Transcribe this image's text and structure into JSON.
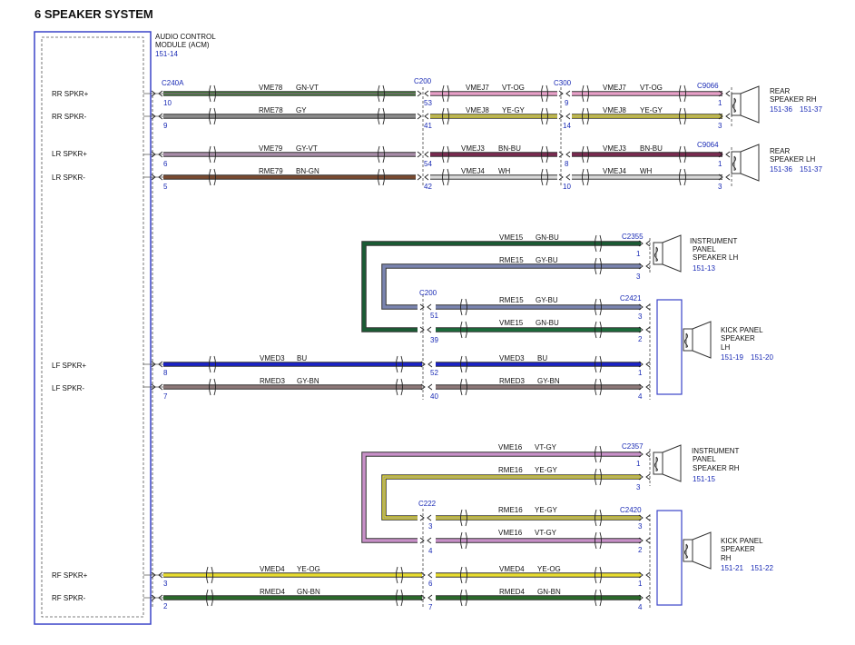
{
  "title": "6 SPEAKER SYSTEM",
  "module": {
    "name_lines": [
      "AUDIO CONTROL",
      "MODULE (ACM)"
    ],
    "ref": "151-14",
    "connector": "C240A"
  },
  "terminals": [
    {
      "id": "rr_pos",
      "label": "RR SPKR+",
      "pin": "10"
    },
    {
      "id": "rr_neg",
      "label": "RR SPKR-",
      "pin": "9"
    },
    {
      "id": "lr_pos",
      "label": "LR SPKR+",
      "pin": "6"
    },
    {
      "id": "lr_neg",
      "label": "LR SPKR-",
      "pin": "5"
    },
    {
      "id": "lf_pos",
      "label": "LF SPKR+",
      "pin": "8"
    },
    {
      "id": "lf_neg",
      "label": "LF SPKR-",
      "pin": "7"
    },
    {
      "id": "rf_pos",
      "label": "RF SPKR+",
      "pin": "3"
    },
    {
      "id": "rf_neg",
      "label": "RF SPKR-",
      "pin": "2"
    }
  ],
  "connectors": {
    "c200_top": "C200",
    "c300": "C300",
    "c9066": "C9066",
    "c9064": "C9064",
    "c2355": "C2355",
    "c200_mid": "C200",
    "c2421": "C2421",
    "c2357": "C2357",
    "c222": "C222",
    "c2420": "C2420"
  },
  "speakers": {
    "rear_rh": {
      "lines": [
        "REAR",
        "SPEAKER RH"
      ],
      "refs": [
        "151-36",
        "151-37"
      ]
    },
    "rear_lh": {
      "lines": [
        "REAR",
        "SPEAKER LH"
      ],
      "refs": [
        "151-36",
        "151-37"
      ]
    },
    "ip_lh": {
      "lines": [
        "INSTRUMENT",
        "PANEL",
        "SPEAKER LH"
      ],
      "refs": [
        "151-13"
      ]
    },
    "kick_lh": {
      "lines": [
        "KICK PANEL",
        "SPEAKER",
        "LH"
      ],
      "refs": [
        "151-19",
        "151-20"
      ]
    },
    "ip_rh": {
      "lines": [
        "INSTRUMENT",
        "PANEL",
        "SPEAKER RH"
      ],
      "refs": [
        "151-15"
      ]
    },
    "kick_rh": {
      "lines": [
        "KICK PANEL",
        "SPEAKER",
        "RH"
      ],
      "refs": [
        "151-21",
        "151-22"
      ]
    }
  },
  "wires": [
    {
      "id": "vme78",
      "circuit": "VME78",
      "color": "GN-VT",
      "stroke": "#3a8a2e",
      "stripe": "#9c4fa0"
    },
    {
      "id": "rme78",
      "circuit": "RME78",
      "color": "GY",
      "stroke": "#8c8c8c",
      "stripe": "#8c8c8c"
    },
    {
      "id": "vmej7_a",
      "circuit": "VMEJ7",
      "color": "VT-OG",
      "stroke": "#e8a0c8",
      "stripe": "#e8a0c8"
    },
    {
      "id": "vmej8_a",
      "circuit": "VMEJ8",
      "color": "YE-GY",
      "stroke": "#e8dc30",
      "stripe": "#8c8c8c"
    },
    {
      "id": "vmej7_b",
      "circuit": "VMEJ7",
      "color": "VT-OG",
      "stroke": "#e8a0c8",
      "stripe": "#e8a0c8"
    },
    {
      "id": "vmej8_b",
      "circuit": "VMEJ8",
      "color": "YE-GY",
      "stroke": "#e8dc30",
      "stripe": "#8c8c8c"
    },
    {
      "id": "vme79",
      "circuit": "VME79",
      "color": "GY-VT",
      "stroke": "#a88ca8",
      "stripe": "#a88ca8"
    },
    {
      "id": "rme79",
      "circuit": "RME79",
      "color": "BN-GN",
      "stroke": "#7a4a30",
      "stripe": "#7a4a30"
    },
    {
      "id": "vmej3_a",
      "circuit": "VMEJ3",
      "color": "BN-BU",
      "stroke": "#7a2a50",
      "stripe": "#7a2a50"
    },
    {
      "id": "vmej4_a",
      "circuit": "VMEJ4",
      "color": "WH",
      "stroke": "#d8d8d8",
      "stripe": "#d8d8d8"
    },
    {
      "id": "vmej3_b",
      "circuit": "VMEJ3",
      "color": "BN-BU",
      "stroke": "#7a2a50",
      "stripe": "#7a2a50"
    },
    {
      "id": "vmej4_b",
      "circuit": "VMEJ4",
      "color": "WH",
      "stroke": "#d8d8d8",
      "stripe": "#d8d8d8"
    },
    {
      "id": "vme15_a",
      "circuit": "VME15",
      "color": "GN-BU",
      "stroke": "#1a5c34",
      "stripe": "#1a5c34"
    },
    {
      "id": "rme15_a",
      "circuit": "RME15",
      "color": "GY-BU",
      "stroke": "#7a84b0",
      "stripe": "#7a84b0"
    },
    {
      "id": "rme15_b",
      "circuit": "RME15",
      "color": "GY-BU",
      "stroke": "#7a84b0",
      "stripe": "#7a84b0"
    },
    {
      "id": "vme15_b",
      "circuit": "VME15",
      "color": "GN-BU",
      "stroke": "#1a6c3a",
      "stripe": "#1a6c3a"
    },
    {
      "id": "vmed3_a",
      "circuit": "VMED3",
      "color": "BU",
      "stroke": "#1a22c8",
      "stripe": "#1a22c8"
    },
    {
      "id": "rmed3_a",
      "circuit": "RMED3",
      "color": "GY-BN",
      "stroke": "#8c7878",
      "stripe": "#8c7878"
    },
    {
      "id": "vmed3_b",
      "circuit": "VMED3",
      "color": "BU",
      "stroke": "#1a22c8",
      "stripe": "#1a22c8"
    },
    {
      "id": "rmed3_b",
      "circuit": "RMED3",
      "color": "GY-BN",
      "stroke": "#8c7878",
      "stripe": "#8c7878"
    },
    {
      "id": "vme16_a",
      "circuit": "VME16",
      "color": "VT-GY",
      "stroke": "#c890c8",
      "stripe": "#c890c8"
    },
    {
      "id": "rme16_a",
      "circuit": "RME16",
      "color": "YE-GY",
      "stroke": "#e8dc30",
      "stripe": "#8c8c8c"
    },
    {
      "id": "rme16_b",
      "circuit": "RME16",
      "color": "YE-GY",
      "stroke": "#e8dc30",
      "stripe": "#8c8c8c"
    },
    {
      "id": "vme16_b",
      "circuit": "VME16",
      "color": "VT-GY",
      "stroke": "#c890c8",
      "stripe": "#c890c8"
    },
    {
      "id": "vmed4_a",
      "circuit": "VMED4",
      "color": "YE-OG",
      "stroke": "#e8dc30",
      "stripe": "#e8dc30"
    },
    {
      "id": "rmed4_a",
      "circuit": "RMED4",
      "color": "GN-BN",
      "stroke": "#2a6a2a",
      "stripe": "#2a6a2a"
    },
    {
      "id": "vmed4_b",
      "circuit": "VMED4",
      "color": "YE-OG",
      "stroke": "#e8dc30",
      "stripe": "#e8dc30"
    },
    {
      "id": "rmed4_b",
      "circuit": "RMED4",
      "color": "GN-BN",
      "stroke": "#2a6a2a",
      "stripe": "#2a6a2a"
    }
  ],
  "pins": {
    "c200_53": "53",
    "c200_41": "41",
    "c200_54": "54",
    "c200_42": "42",
    "c300_9": "9",
    "c300_14": "14",
    "c300_8": "8",
    "c300_10": "10",
    "c9066_1": "1",
    "c9066_3": "3",
    "c9064_1": "1",
    "c9064_3": "3",
    "c2355_1": "1",
    "c2355_3": "3",
    "c200m_51": "51",
    "c200m_39": "39",
    "c200m_52": "52",
    "c200m_40": "40",
    "c2421_3": "3",
    "c2421_2": "2",
    "c2421_1": "1",
    "c2421_4": "4",
    "c2357_1": "1",
    "c2357_3": "3",
    "c222_3": "3",
    "c222_4": "4",
    "c222_6": "6",
    "c222_7": "7",
    "c2420_3": "3",
    "c2420_2": "2",
    "c2420_1": "1",
    "c2420_4": "4"
  }
}
